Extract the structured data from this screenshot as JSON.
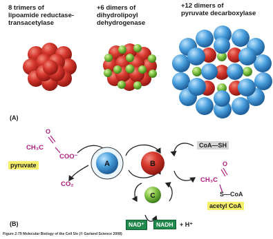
{
  "captions": {
    "e2": "8 trimers of\nlipoamide reductase-\ntransacetylase",
    "e3": "+6 dimers of\ndihydrolipoyl\ndehydrogenase",
    "e1": "+12 dimers of\npyruvate decarboxylase"
  },
  "panel_labels": {
    "a": "(A)",
    "b": "(B)"
  },
  "pathway": {
    "pyruvate_formula": "CH₃C",
    "pyruvate_oxygen": "O",
    "pyruvate_carboxylate": "COO⁻",
    "pyruvate_label": "pyruvate",
    "co2": "CO₂",
    "coa_sh": "CoA—SH",
    "acetyl_formula": "CH₃C",
    "acetyl_oxygen": "O",
    "acetyl_s_coa": "S—CoA",
    "acetyl_label": "acetyl CoA",
    "enzyme_a": "A",
    "enzyme_b": "B",
    "enzyme_c": "C",
    "nad": "NAD⁺",
    "nadh": "NADH",
    "h_plus": "+ H⁺"
  },
  "footer": "Figure 2-79  Molecular Biology of the Cell 5/e (© Garland Science 2008)",
  "colors": {
    "e2_red": "#c8322a",
    "e3_green": "#7dc242",
    "e1_blue": "#3f8fd0",
    "magenta": "#b0197e",
    "nad_green": "#1f8a4c"
  }
}
